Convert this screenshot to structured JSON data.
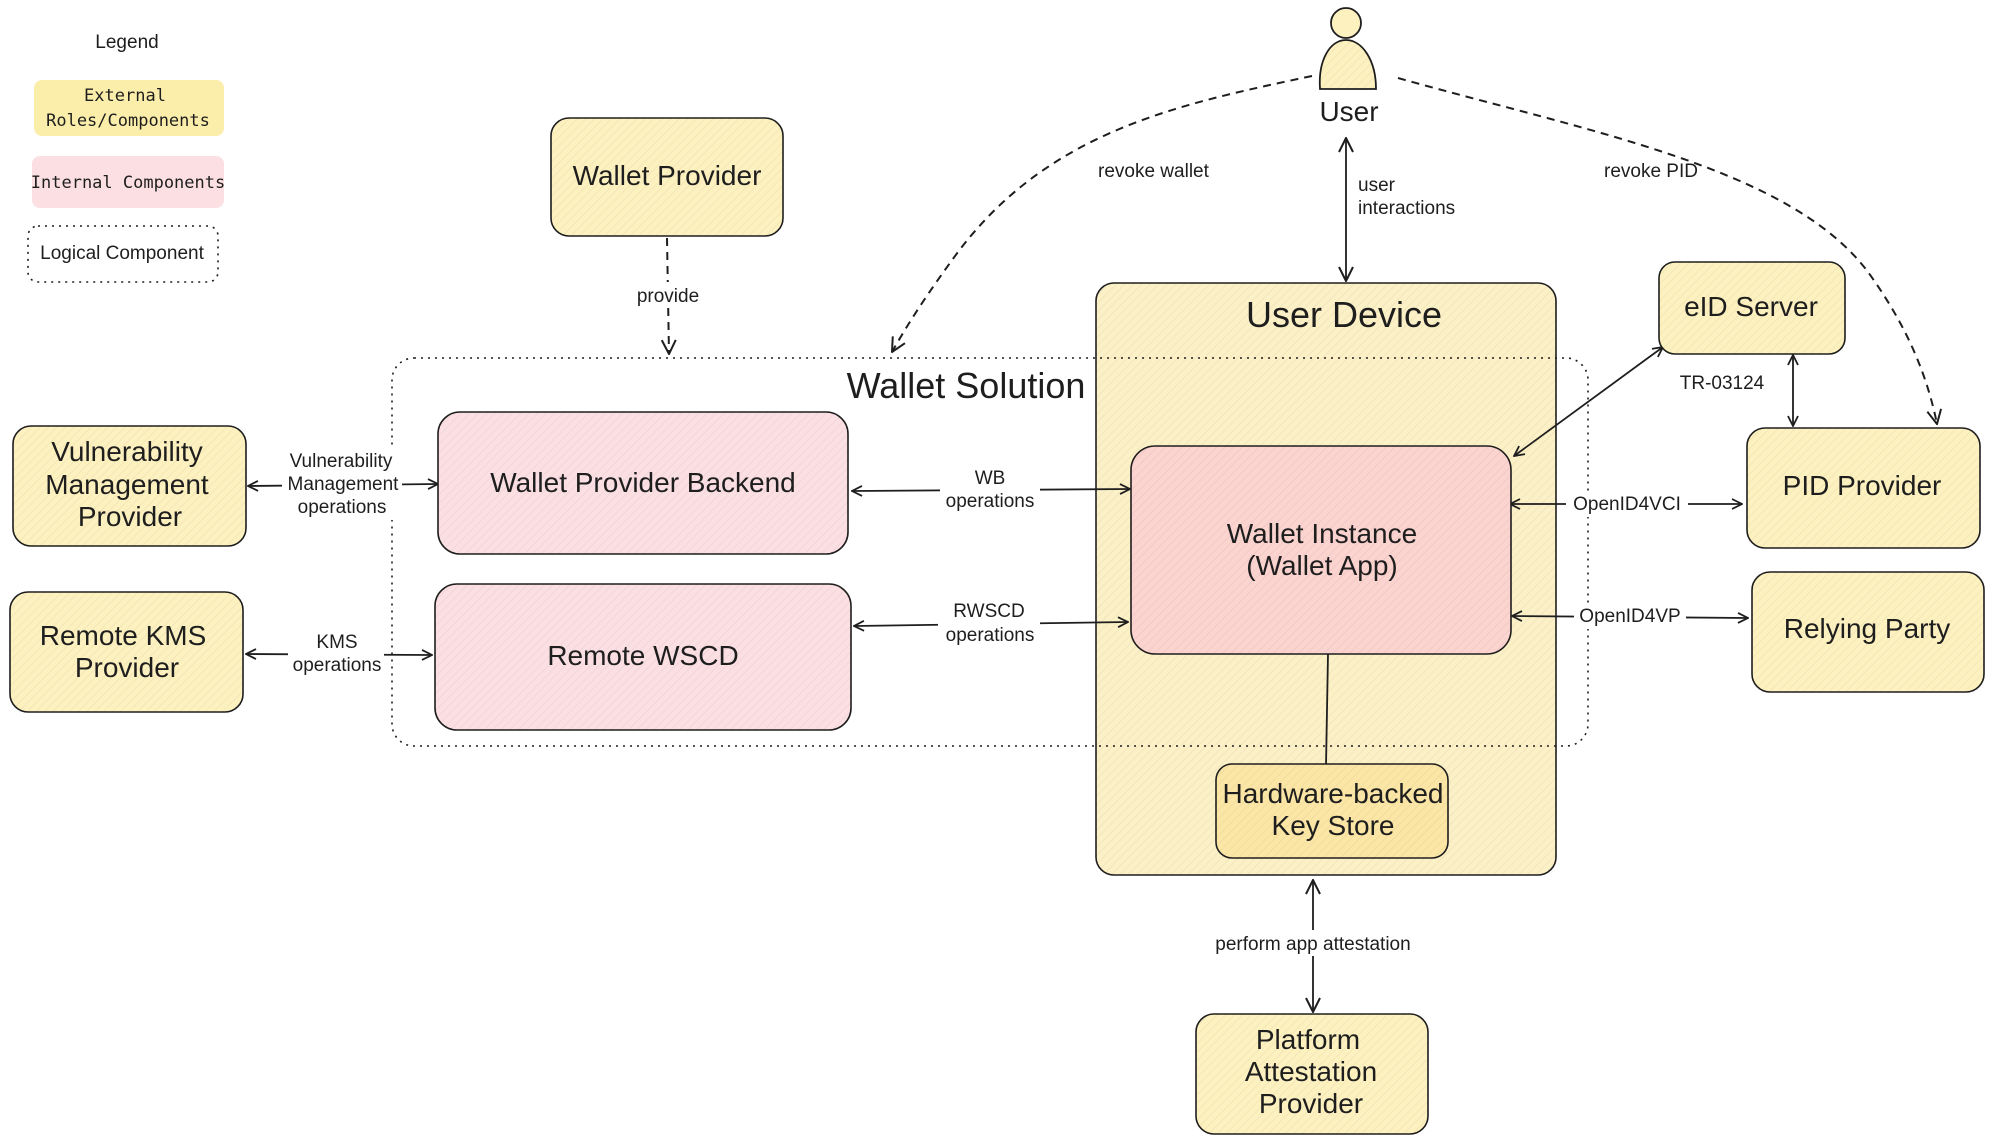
{
  "legend": {
    "title": "Legend",
    "external_line1": "External",
    "external_line2": "Roles/Components",
    "internal": "Internal Components",
    "logical": "Logical Component"
  },
  "nodes": {
    "user": "User",
    "wallet_provider": "Wallet Provider",
    "wallet_solution": "Wallet Solution",
    "user_device": "User Device",
    "vuln_provider": [
      "Vulnerability",
      "Management",
      "Provider"
    ],
    "remote_kms": [
      "Remote KMS",
      "Provider"
    ],
    "wallet_backend": "Wallet Provider Backend",
    "remote_wscd": "Remote WSCD",
    "wallet_instance": [
      "Wallet Instance",
      "(Wallet App)"
    ],
    "hw_keystore": [
      "Hardware-backed",
      "Key Store"
    ],
    "eid_server": "eID Server",
    "pid_provider": "PID Provider",
    "relying_party": "Relying Party",
    "platform_attestation": [
      "Platform",
      "Attestation",
      "Provider"
    ]
  },
  "edges": {
    "revoke_wallet": "revoke wallet",
    "user_interactions": [
      "user",
      "interactions"
    ],
    "revoke_pid": "revoke PID",
    "provide": "provide",
    "vuln_ops": [
      "Vulnerability",
      "Management",
      "operations"
    ],
    "kms_ops": [
      "KMS",
      "operations"
    ],
    "wb_ops": [
      "WB",
      "operations"
    ],
    "rwscd_ops": [
      "RWSCD",
      "operations"
    ],
    "tr03124": "TR-03124",
    "openid4vci": "OpenID4VCI",
    "openid4vp": "OpenID4VP",
    "app_attestation": "perform app attestation"
  },
  "colors": {
    "external": "#fdf1c0",
    "internal": "#fbdfe3",
    "wallet_instance": "#fbd3cf",
    "keystore": "#fbe6a6",
    "stroke": "#1e1e1e"
  }
}
